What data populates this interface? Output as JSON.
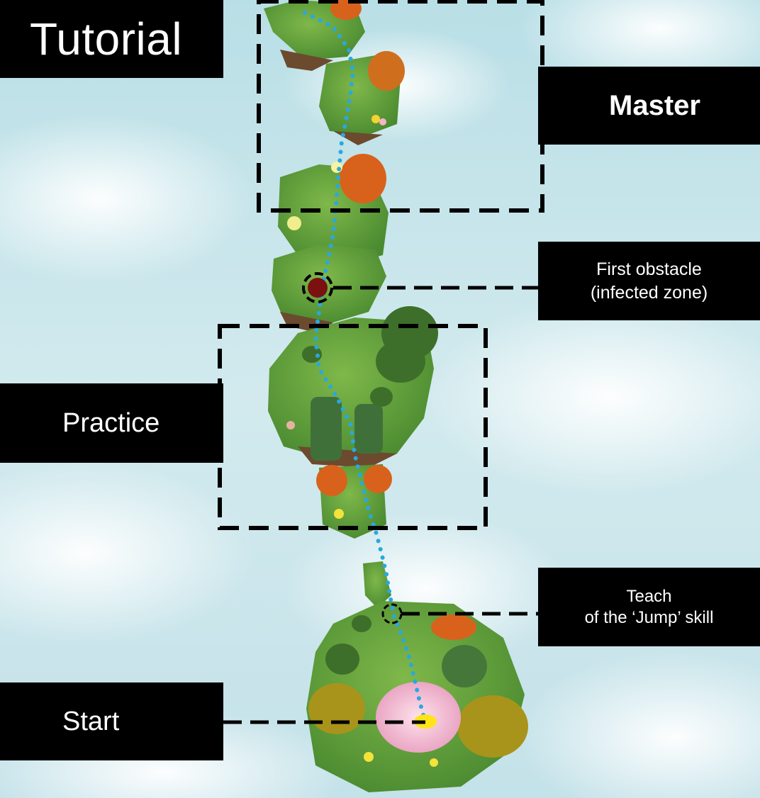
{
  "labels": {
    "title": "Tutorial",
    "master": "Master",
    "first_obstacle": [
      "First obstacle",
      "(infected zone)"
    ],
    "practice": "Practice",
    "teach": [
      "Teach",
      "of the ‘Jump’ skill"
    ],
    "start": "Start"
  },
  "colors": {
    "sky": "#cfe7ea",
    "grass": "#5e9a3a",
    "path_dots": "#29a8e0",
    "label_bg": "#000000",
    "label_text": "#ffffff",
    "autumn_tree": "#d8621c",
    "infected_zone": "#7a1010",
    "flower_patch": "#f2b6cf",
    "start_marker": "#ffe419"
  }
}
